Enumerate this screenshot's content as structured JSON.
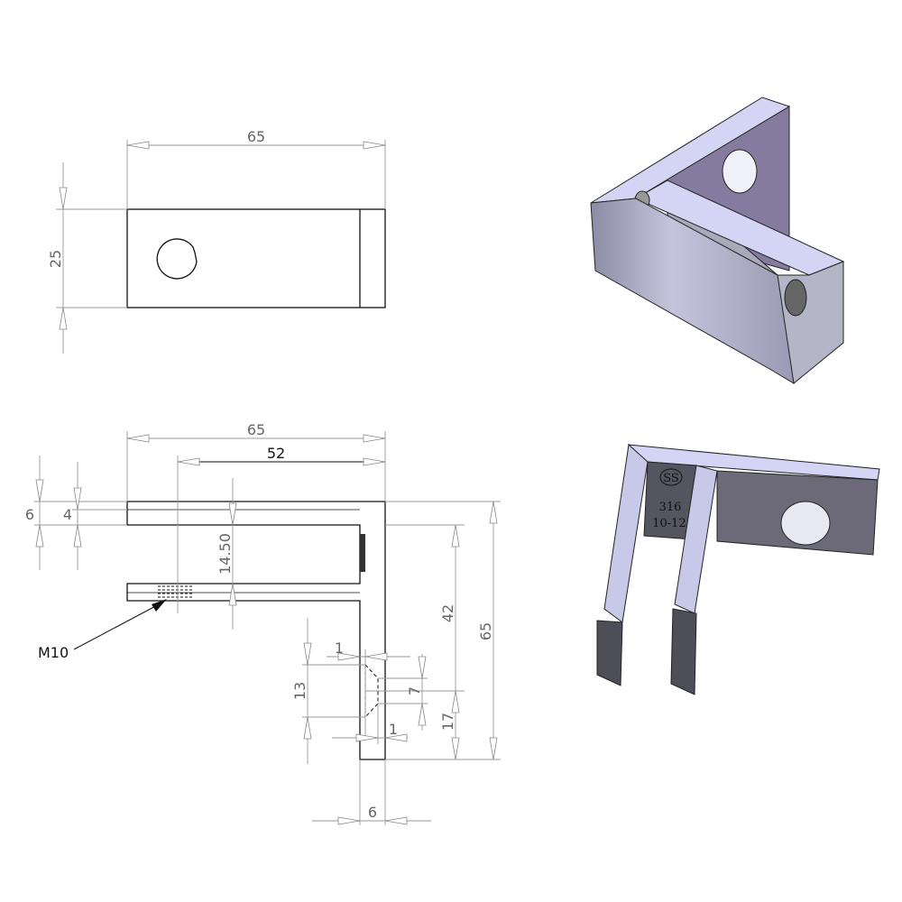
{
  "top_view": {
    "length_label": "65",
    "width_label": "25"
  },
  "front_view": {
    "overall_length_label": "65",
    "hole_offset_label": "52",
    "top_thickness_label": "6",
    "inner_offset_label": "4",
    "gap_label": "14.50",
    "thread_label": "M10",
    "inner_height_label": "42",
    "overall_height_label": "65",
    "countersink_outer_label": "13",
    "countersink_inner_label": "7",
    "hole_height_label": "17",
    "chamfer_top_label": "1",
    "chamfer_bottom_label": "1",
    "leg_thickness_label": "6"
  },
  "iso_views": {
    "engraving_logo": "SS",
    "engraving_grade": "316",
    "engraving_range": "10-12",
    "colors": {
      "top": "#d4d4f4",
      "face": "#8a80a4",
      "side": "#a9a9bb",
      "dark": "#4e4e58"
    }
  }
}
